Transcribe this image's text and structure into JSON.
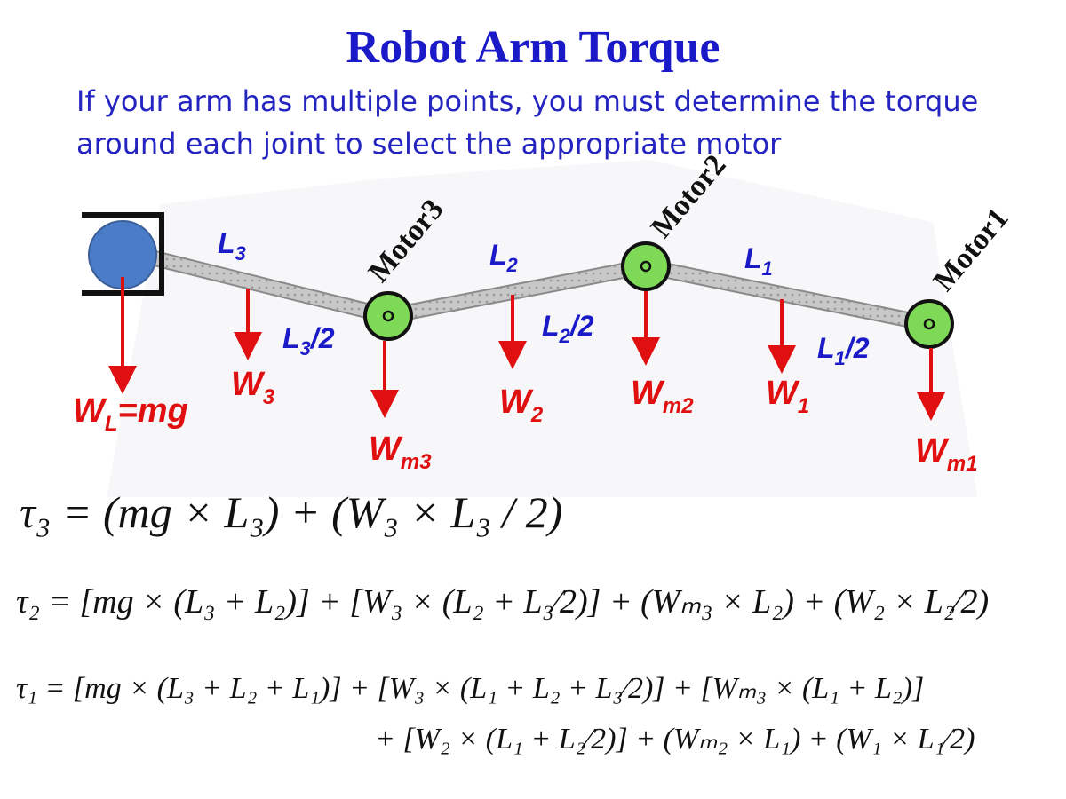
{
  "title": "Robot Arm Torque",
  "subtitle": "If your arm has multiple points, you must determine the torque around each joint to select the appropriate motor",
  "colors": {
    "title": "#1a1ac8",
    "blue_label": "#1a1ac8",
    "red_label": "#e01010",
    "motor": "#7ed957",
    "load": "#4a7cc7"
  },
  "motors": {
    "m3": "Motor3",
    "m2": "Motor2",
    "m1": "Motor1"
  },
  "lengths": {
    "l3": "L",
    "l3_sub": "3",
    "l3_half": "L",
    "l3_half_sub": "3",
    "l2": "L",
    "l2_sub": "2",
    "l2_half": "L",
    "l2_half_sub": "2",
    "l1": "L",
    "l1_sub": "1",
    "l1_half": "L",
    "l1_half_sub": "1",
    "half": "/2"
  },
  "weights": {
    "wl": "W",
    "wl_sub": "L",
    "wl_rest": "=mg",
    "w3": "W",
    "w3_sub": "3",
    "wm3": "W",
    "wm3_sub": "m3",
    "w2": "W",
    "w2_sub": "2",
    "wm2": "W",
    "wm2_sub": "m2",
    "w1": "W",
    "w1_sub": "1",
    "wm1": "W",
    "wm1_sub": "m1"
  },
  "equations": {
    "tau3": "τ₃ = (mg × L₃) + (W₃ × L₃ / 2)",
    "tau2": "τ₂ = [mg × (L₃ + L₂)] + [W₃ × (L₂ + L₃⁄2)] + (Wₘ₃ × L₂) + (W₂ × L₂⁄2)",
    "tau1_line1": "τ₁ = [mg × (L₃ + L₂ + L₁)] + [W₃ × (L₁ + L₂ + L₃⁄2)] + [Wₘ₃ × (L₁ + L₂)]",
    "tau1_line2": "+ [W₂ × (L₁ + L₂⁄2)] + (Wₘ₂ × L₁) + (W₁ × L₁⁄2)"
  }
}
